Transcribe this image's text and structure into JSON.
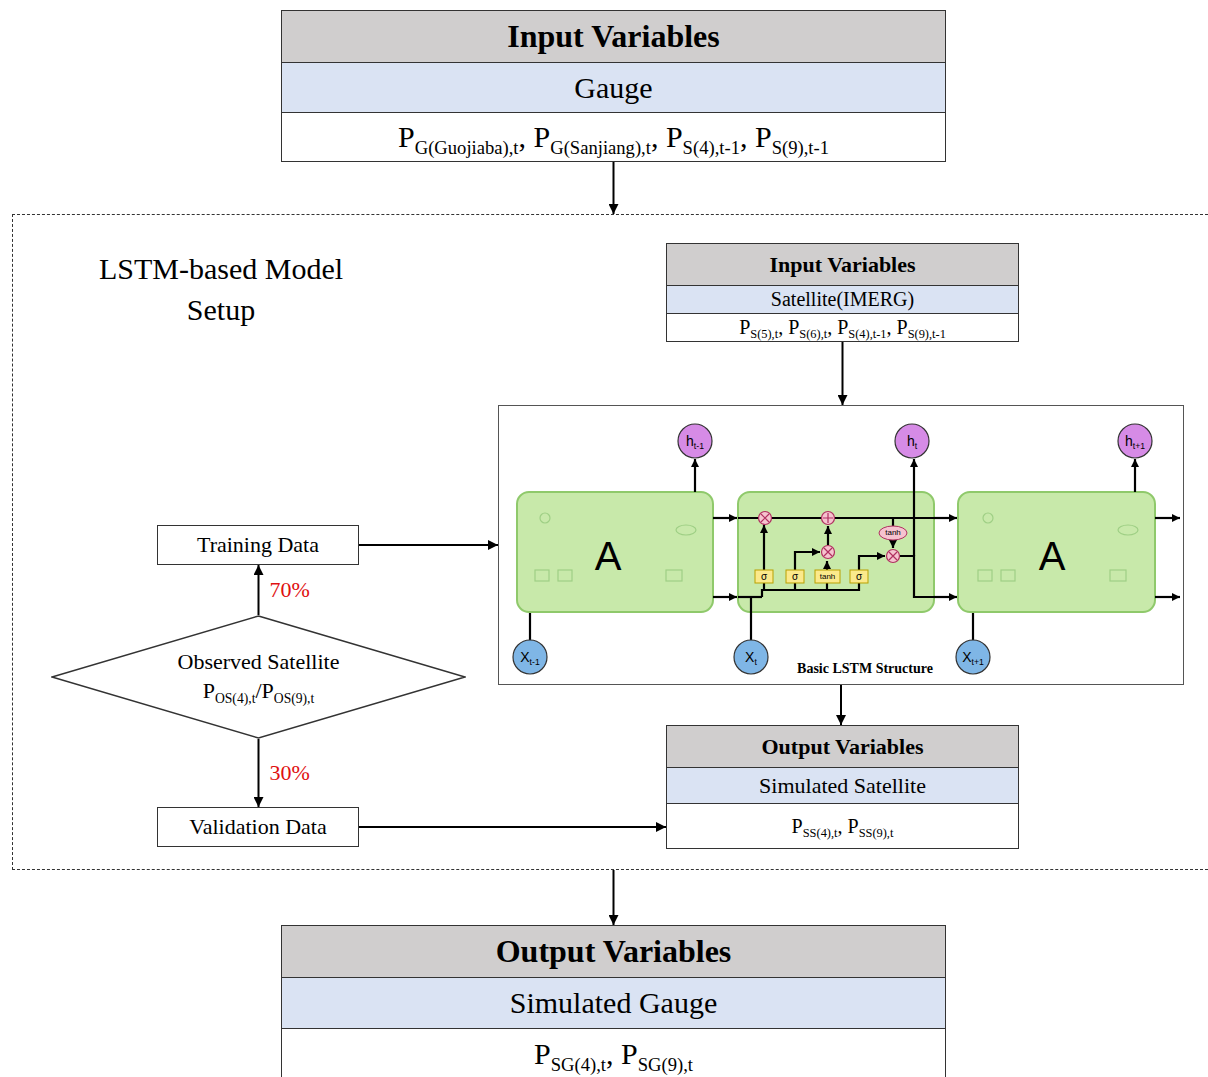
{
  "diagram": {
    "nodes": [
      {
        "text": [
          "Input Variables",
          "Gauge",
          "PG(Guojiaba),t, PG(Sanjiang),t, PS(4),t-1, PS(9),t-1"
        ]
      },
      {
        "text": [
          "LSTM-based Model Setup"
        ]
      },
      {
        "text": [
          "Input Variables",
          "Satellite(IMERG)",
          "PS(5),t, PS(6),t, PS(4),t-1, PS(9),t-1"
        ],
        "in": 1
      },
      {
        "text": [
          "Basic LSTM Structure"
        ],
        "in": 1
      },
      {
        "text": [
          "Training Data"
        ],
        "in": 1
      },
      {
        "text": [
          "Observed Satellite",
          "POS(4),t/POS(9),t"
        ],
        "in": 1
      },
      {
        "text": [
          "Validation Data"
        ],
        "in": 1
      },
      {
        "text": [
          "Output Variables",
          "Simulated Satellite",
          "PSS(4),t, PSS(9),t"
        ],
        "in": 1
      },
      {
        "text": [
          "Output Variables",
          "Simulated Gauge",
          "PSG(4),t, PSG(9),t"
        ]
      }
    ],
    "edges": [
      {
        "from": 0,
        "to": 1,
        "arrow": "to"
      },
      {
        "from": 2,
        "to": 3,
        "arrow": "to"
      },
      {
        "from": 4,
        "to": 3,
        "arrow": "to"
      },
      {
        "from": 5,
        "to": 4,
        "label": "70%",
        "arrow": "to"
      },
      {
        "from": 5,
        "to": 6,
        "label": "30%",
        "arrow": "to"
      },
      {
        "from": 6,
        "to": 7,
        "arrow": "to"
      },
      {
        "from": 3,
        "to": 7,
        "arrow": "to"
      },
      {
        "from": 1,
        "to": 8,
        "arrow": "to"
      }
    ],
    "labels": [
      "ht-1",
      "ht",
      "ht+1",
      "A",
      "σ",
      "σ",
      "tanh",
      "σ",
      "tanh",
      "A",
      "Xt-1",
      "Xt",
      "Xt+1"
    ]
  }
}
